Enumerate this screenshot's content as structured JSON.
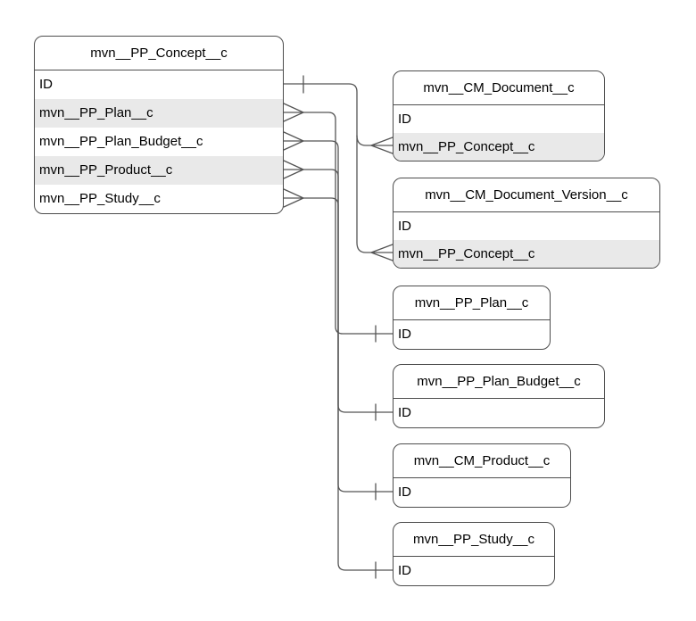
{
  "diagram": {
    "type": "entity-relationship",
    "tables": [
      {
        "title": "mvn__PP_Concept__c",
        "rows": [
          "ID",
          "mvn__PP_Plan__c",
          "mvn__PP_Plan_Budget__c",
          "mvn__PP_Product__c",
          "mvn__PP_Study__c"
        ],
        "shaded_rows": [
          1,
          3
        ]
      },
      {
        "title": "mvn__CM_Document__c",
        "rows": [
          "ID",
          "mvn__PP_Concept__c"
        ],
        "shaded_rows": [
          1
        ]
      },
      {
        "title": "mvn__CM_Document_Version__c",
        "rows": [
          "ID",
          "mvn__PP_Concept__c"
        ],
        "shaded_rows": [
          1
        ]
      },
      {
        "title": "mvn__PP_Plan__c",
        "rows": [
          "ID"
        ],
        "shaded_rows": []
      },
      {
        "title": "mvn__PP_Plan_Budget__c",
        "rows": [
          "ID"
        ],
        "shaded_rows": []
      },
      {
        "title": "mvn__CM_Product__c",
        "rows": [
          "ID"
        ],
        "shaded_rows": []
      },
      {
        "title": "mvn__PP_Study__c",
        "rows": [
          "ID"
        ],
        "shaded_rows": []
      }
    ],
    "relationships": [
      {
        "from": "mvn__PP_Concept__c.ID",
        "from_cardinality": "one",
        "to": "mvn__CM_Document__c.mvn__PP_Concept__c",
        "to_cardinality": "many"
      },
      {
        "from": "mvn__PP_Concept__c.ID",
        "from_cardinality": "one",
        "to": "mvn__CM_Document_Version__c.mvn__PP_Concept__c",
        "to_cardinality": "many"
      },
      {
        "from": "mvn__PP_Concept__c.mvn__PP_Plan__c",
        "from_cardinality": "many",
        "to": "mvn__PP_Plan__c.ID",
        "to_cardinality": "one"
      },
      {
        "from": "mvn__PP_Concept__c.mvn__PP_Plan_Budget__c",
        "from_cardinality": "many",
        "to": "mvn__PP_Plan_Budget__c.ID",
        "to_cardinality": "one"
      },
      {
        "from": "mvn__PP_Concept__c.mvn__PP_Product__c",
        "from_cardinality": "many",
        "to": "mvn__CM_Product__c.ID",
        "to_cardinality": "one"
      },
      {
        "from": "mvn__PP_Concept__c.mvn__PP_Study__c",
        "from_cardinality": "many",
        "to": "mvn__PP_Study__c.ID",
        "to_cardinality": "one"
      }
    ],
    "colors": {
      "background": "#ffffff",
      "table_border": "#4d4d4d",
      "row_shade": "#e9e9e9",
      "edge_line": "#545454",
      "text": "#000000"
    }
  }
}
